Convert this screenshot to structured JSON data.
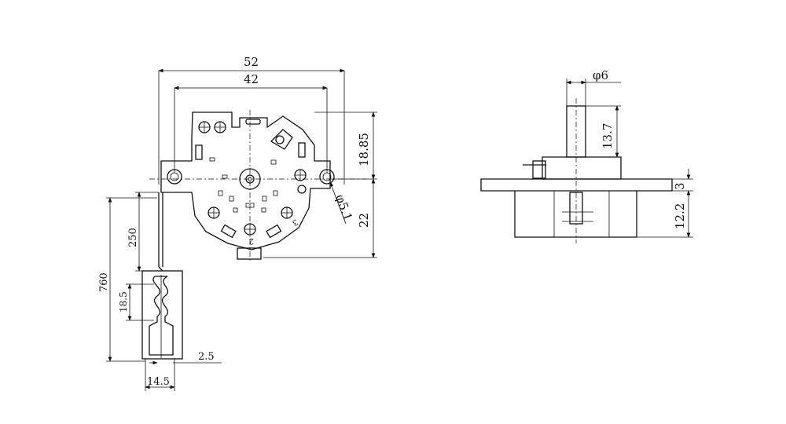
{
  "front_view": {
    "dim_width_total": "52",
    "dim_width_inner": "42",
    "dim_height_upper": "18.85",
    "dim_height_lower": "22",
    "dim_hole_dia": "φ5.1",
    "dim_wire_length": "760",
    "dim_wire_segment": "250",
    "dim_terminal_length": "18.5",
    "dim_terminal_thickness": "2.5",
    "dim_terminal_width": "14.5",
    "position_label_2": "2",
    "position_label_3": "3"
  },
  "side_view": {
    "dim_shaft_dia": "φ6",
    "dim_shaft_length": "13.7",
    "dim_flange_thickness": "3",
    "dim_body_height": "12.2"
  }
}
